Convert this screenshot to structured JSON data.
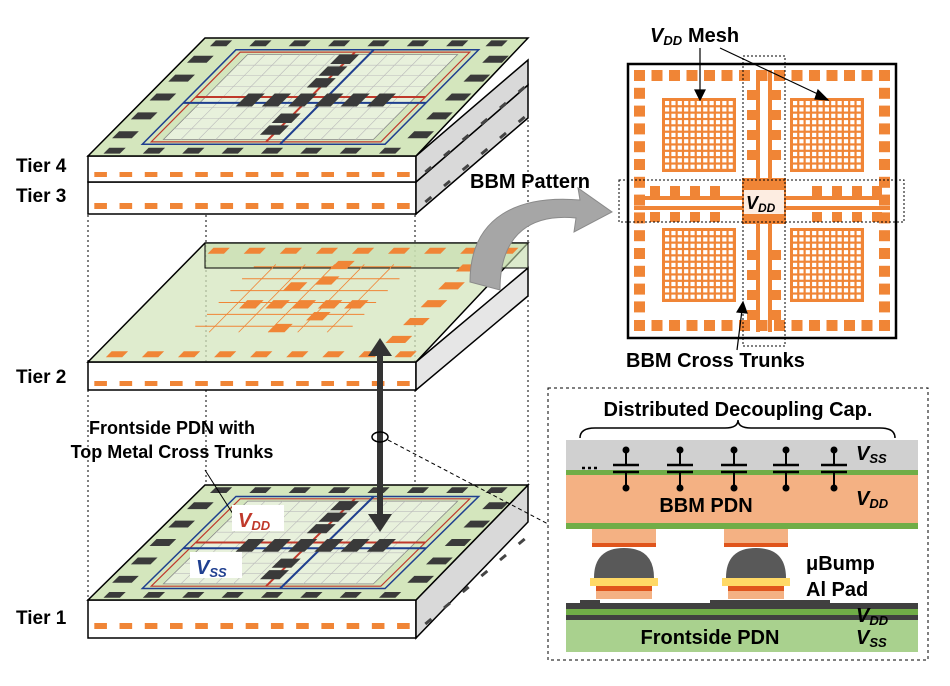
{
  "tiers": {
    "tier4": "Tier 4",
    "tier3": "Tier 3",
    "tier2": "Tier 2",
    "tier1": "Tier 1"
  },
  "frontside_label": {
    "line1": "Frontside PDN with",
    "line2": "Top Metal Cross Trunks"
  },
  "nets": {
    "vdd_main": "V",
    "vdd_sub": "DD",
    "vss_main": "V",
    "vss_sub": "SS"
  },
  "bbm": {
    "pattern_label": "BBM Pattern",
    "mesh_label_main": "V",
    "mesh_label_sub": "DD",
    "mesh_label_rest": "Mesh",
    "center_main": "V",
    "center_sub": "DD",
    "trunks_label": "BBM Cross Trunks"
  },
  "cross_section": {
    "title": "Distributed Decoupling Cap.",
    "vss_main": "V",
    "vss_sub": "SS",
    "vdd_main": "V",
    "vdd_sub": "DD",
    "bbm_pdn": "BBM PDN",
    "ubump": "μBump",
    "al_pad": "Al Pad",
    "bottom_vdd_main": "V",
    "bottom_vdd_sub": "DD",
    "bottom_vss_main": "V",
    "bottom_vss_sub": "SS",
    "frontside_pdn": "Frontside PDN"
  },
  "colors": {
    "chip_top": "#d4e6bd",
    "chip_side": "#eeeeee",
    "pad_orange": "#f08536",
    "dark_pad": "#3a3a3a",
    "vdd_red": "#c0392b",
    "vss_blue": "#1f3f8f",
    "bbm_peach": "#f4b183",
    "vss_gray": "#d0d0d0",
    "green_layer": "#70ad47",
    "yellow_pad": "#ffd966"
  }
}
